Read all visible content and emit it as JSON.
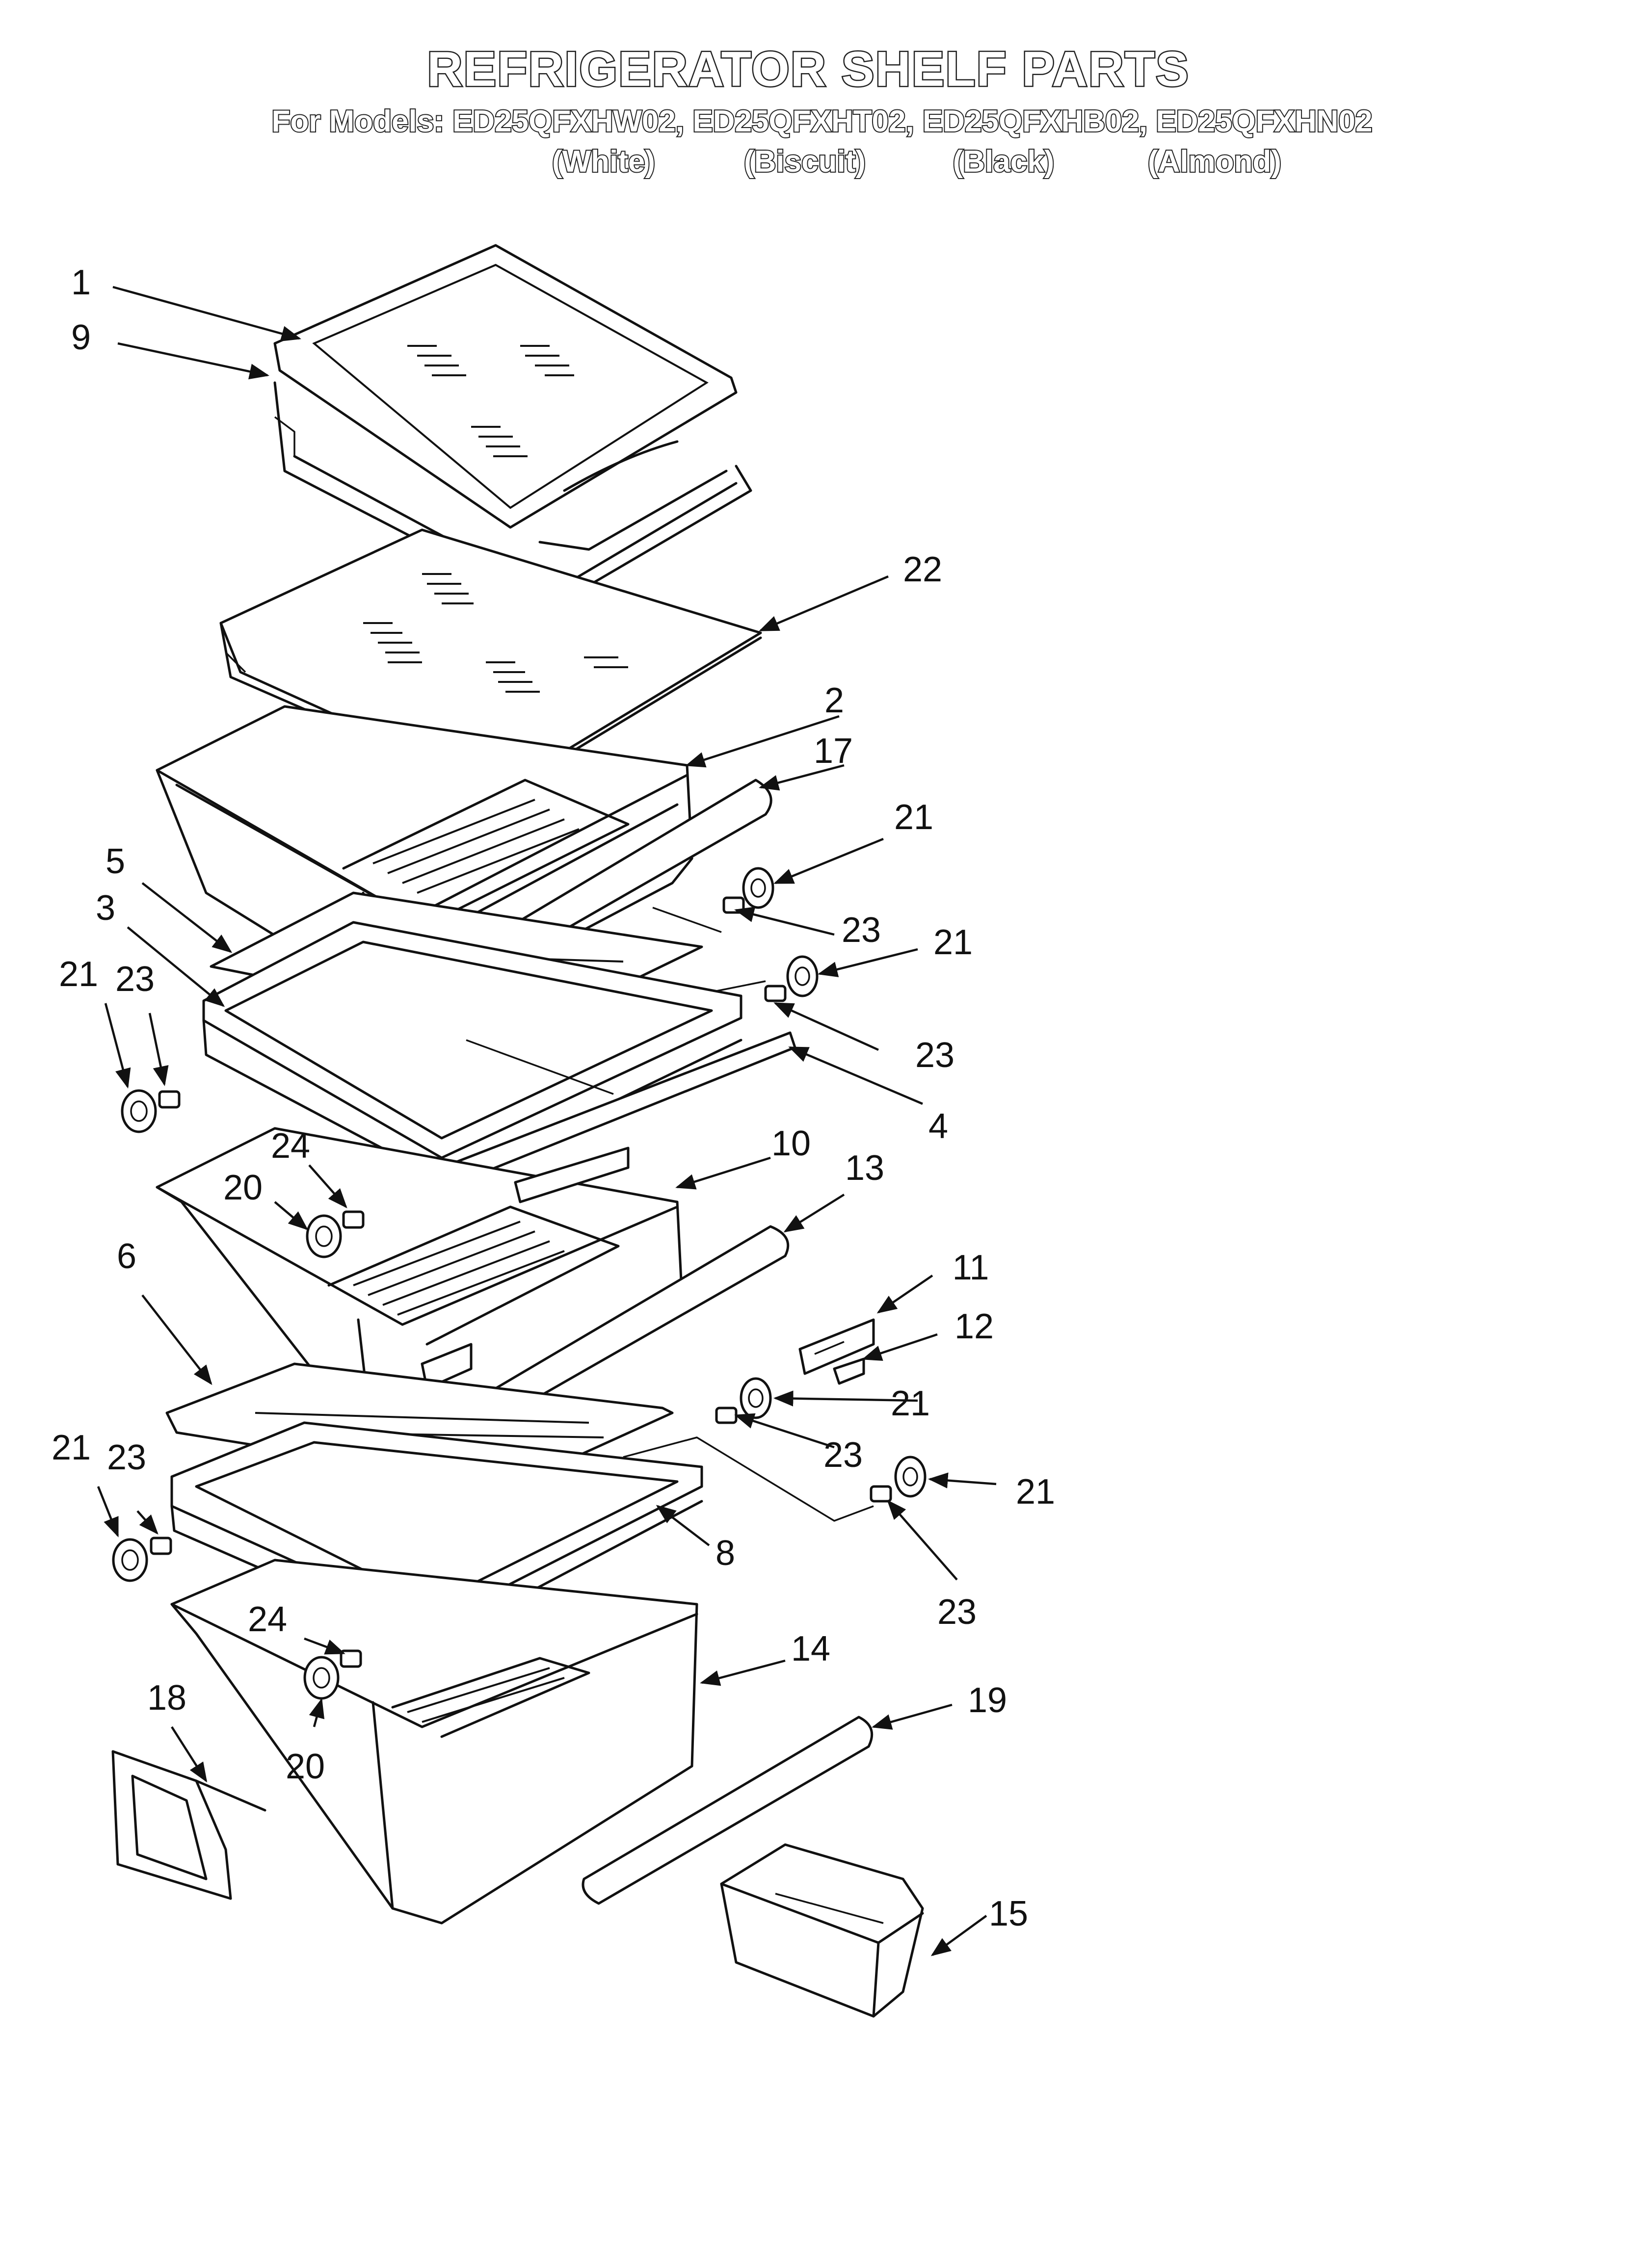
{
  "header": {
    "title": "REFRIGERATOR SHELF PARTS",
    "models_line": "For Models: ED25QFXHW02, ED25QFXHT02, ED25QFXHB02, ED25QFXHN02",
    "colors": [
      "(White)",
      "(Biscuit)",
      "(Black)",
      "(Almond)"
    ]
  },
  "callouts": {
    "c1": "1",
    "c9": "9",
    "c22": "22",
    "c2": "2",
    "c17": "17",
    "c21a": "21",
    "c23a": "23",
    "c21b": "21",
    "c23b": "23",
    "c5": "5",
    "c3": "3",
    "c21c": "21",
    "c23c": "23",
    "c4": "4",
    "c24a": "24",
    "c20a": "20",
    "c10": "10",
    "c13": "13",
    "c6": "6",
    "c11": "11",
    "c12": "12",
    "c21d": "21",
    "c23d": "23",
    "c21e": "21",
    "c23e": "23",
    "c21f": "21",
    "c23f": "23",
    "c8": "8",
    "c24b": "24",
    "c14": "14",
    "c18": "18",
    "c19": "19",
    "c20b": "20",
    "c15": "15"
  }
}
